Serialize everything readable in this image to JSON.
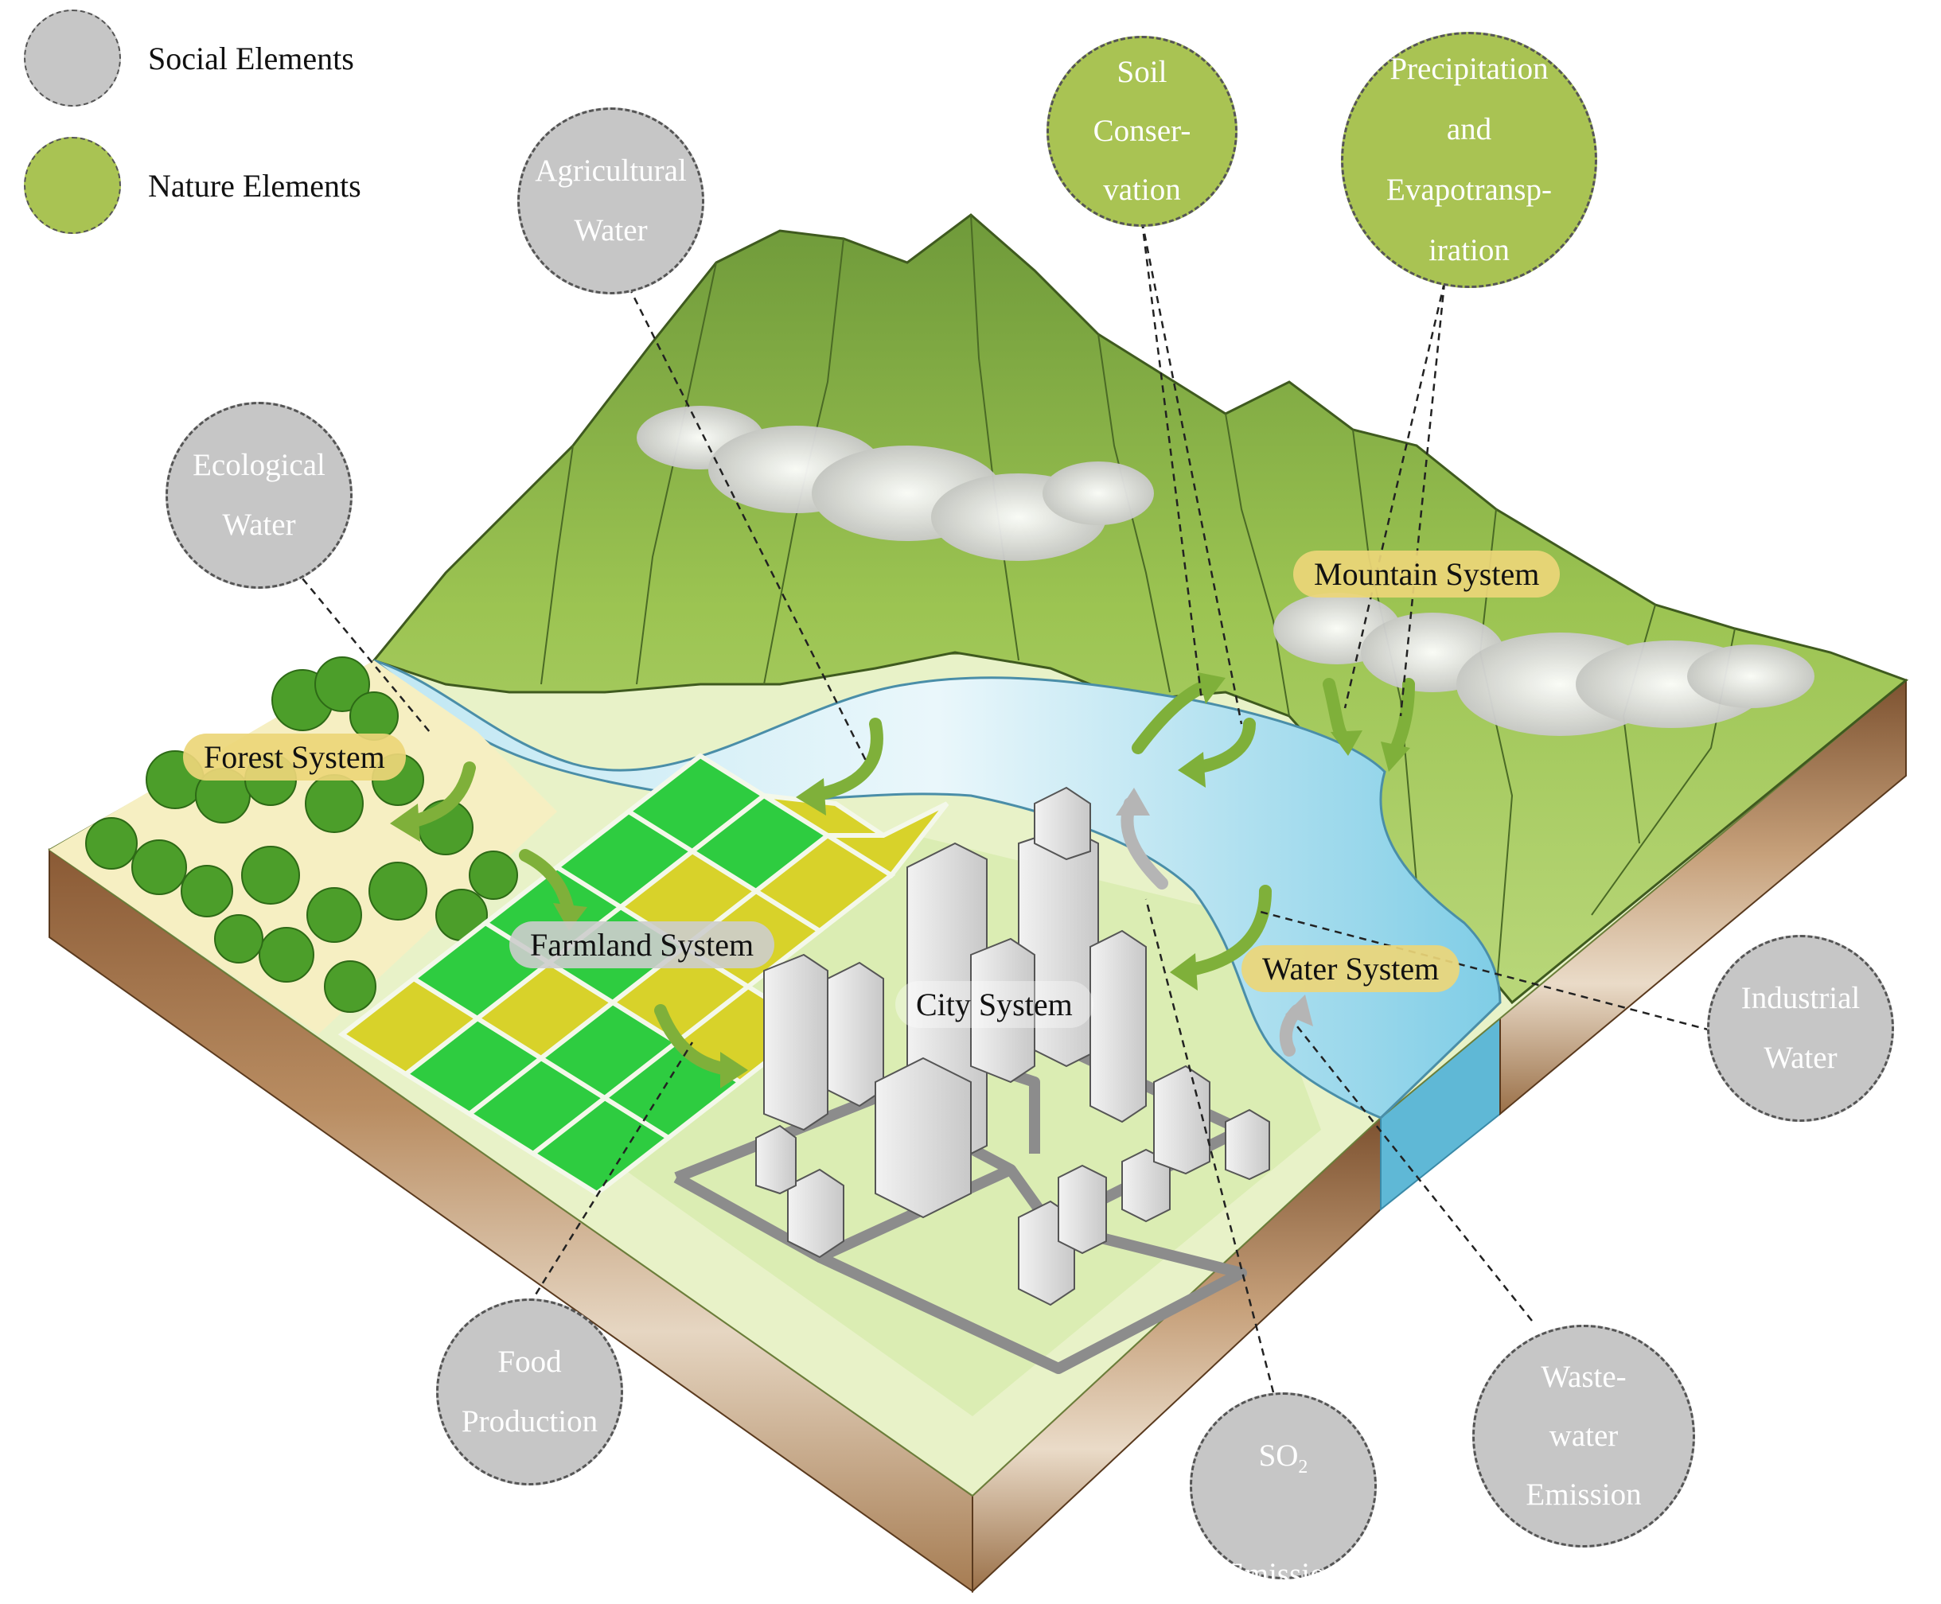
{
  "legend": {
    "social_label": "Social Elements",
    "nature_label": "Nature Elements",
    "social_color": "#c6c6c6",
    "nature_color": "#a9c353"
  },
  "systems": {
    "mountain": "Mountain System",
    "forest": "Forest System",
    "farmland": "Farmland System",
    "city": "City System",
    "water": "Water System"
  },
  "bubbles": {
    "agricultural_water": "Agricultural\nWater",
    "ecological_water": "Ecological\nWater",
    "soil_conservation": "Soil\nConser-\nvation",
    "precipitation": "Precipitation\nand\nEvapotransp-\niration",
    "industrial_water": "Industrial\nWater",
    "food_production": "Food\nProduction",
    "so2_prefix": "SO",
    "so2_subscript": "2",
    "so2_suffix": "Emission",
    "wastewater_emission": "Waste-\nwater\nEmission"
  },
  "colors": {
    "mountain_green": "#8fb84a",
    "water_blue": "#8fd3e8",
    "soil_brown": "#a67c52",
    "farmland_green": "#2ecc40",
    "farmland_yellow": "#d8d22a",
    "arrow_green": "#7fb03a",
    "arrow_gray": "#b5b5b5"
  }
}
